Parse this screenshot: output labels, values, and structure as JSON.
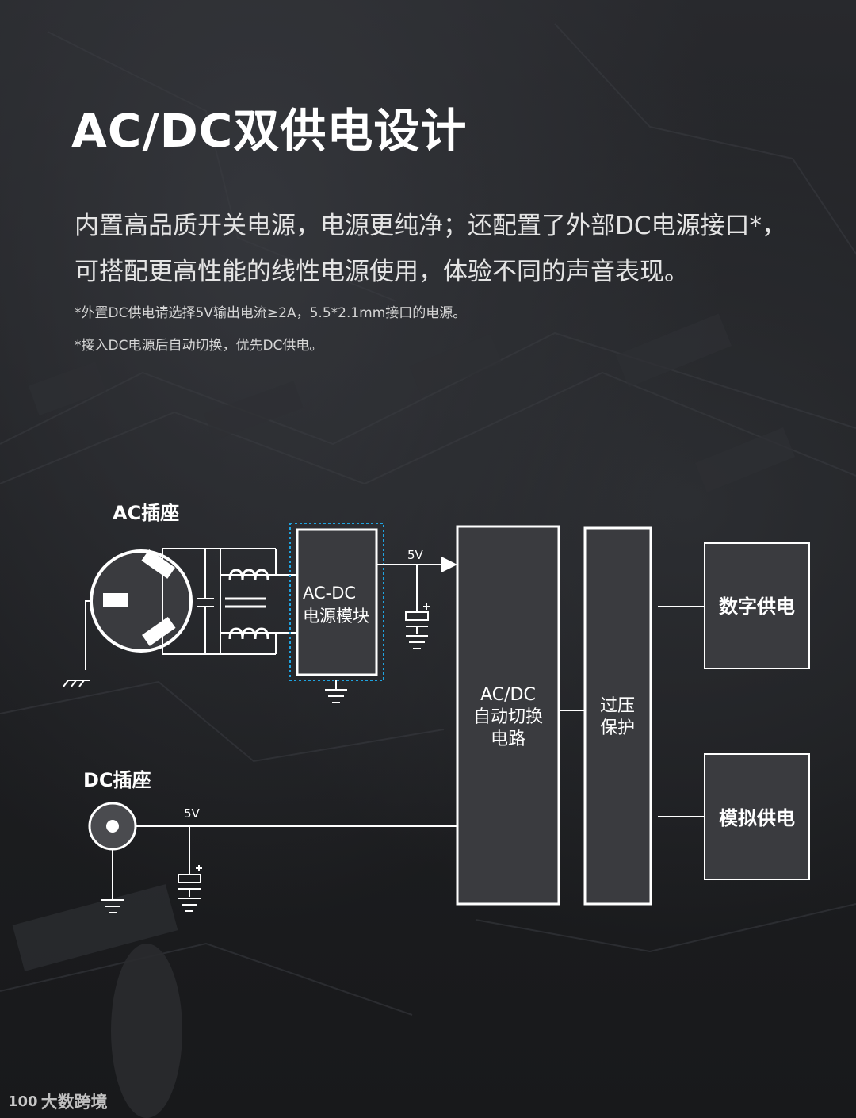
{
  "title": "AC/DC双供电设计",
  "description": "内置高品质开关电源，电源更纯净；还配置了外部DC电源接口*，可搭配更高性能的线性电源使用，体验不同的声音表现。",
  "notes": [
    "*外置DC供电请选择5V输出电流≥2A，5.5*2.1mm接口的电源。",
    "*接入DC电源后自动切换，优先DC供电。"
  ],
  "diagram": {
    "ac_socket_label": "AC插座",
    "dc_socket_label": "DC插座",
    "acdc_module_line1": "AC-DC",
    "acdc_module_line2": "电源模块",
    "voltage_ac": "5V",
    "voltage_dc": "5V",
    "switch_line1": "AC/DC",
    "switch_line2": "自动切换",
    "switch_line3": "电路",
    "protect_line1": "过压",
    "protect_line2": "保护",
    "digital_supply": "数字供电",
    "analog_supply": "模拟供电"
  },
  "watermark": {
    "brand_mark": "100",
    "brand_text": "大数跨境"
  },
  "colors": {
    "background": "#1c1d20",
    "block_fill": "#3a3b3f",
    "line": "#ffffff",
    "module_highlight": "#1fa3e0"
  }
}
